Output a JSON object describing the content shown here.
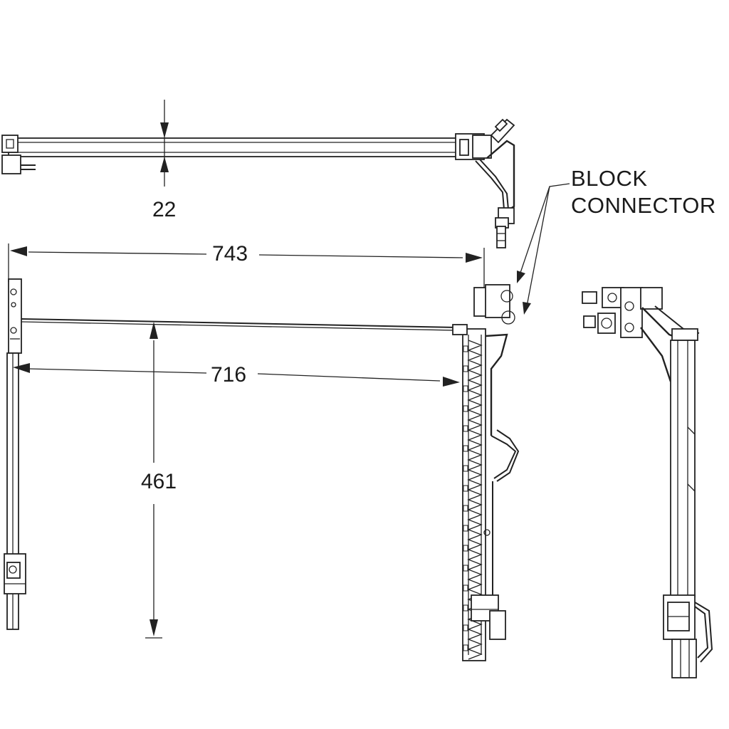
{
  "dimensions": {
    "thickness": "22",
    "overall_width": "743",
    "core_width": "716",
    "core_height": "461"
  },
  "callout": {
    "line1": "BLOCK",
    "line2": "CONNECTOR"
  }
}
